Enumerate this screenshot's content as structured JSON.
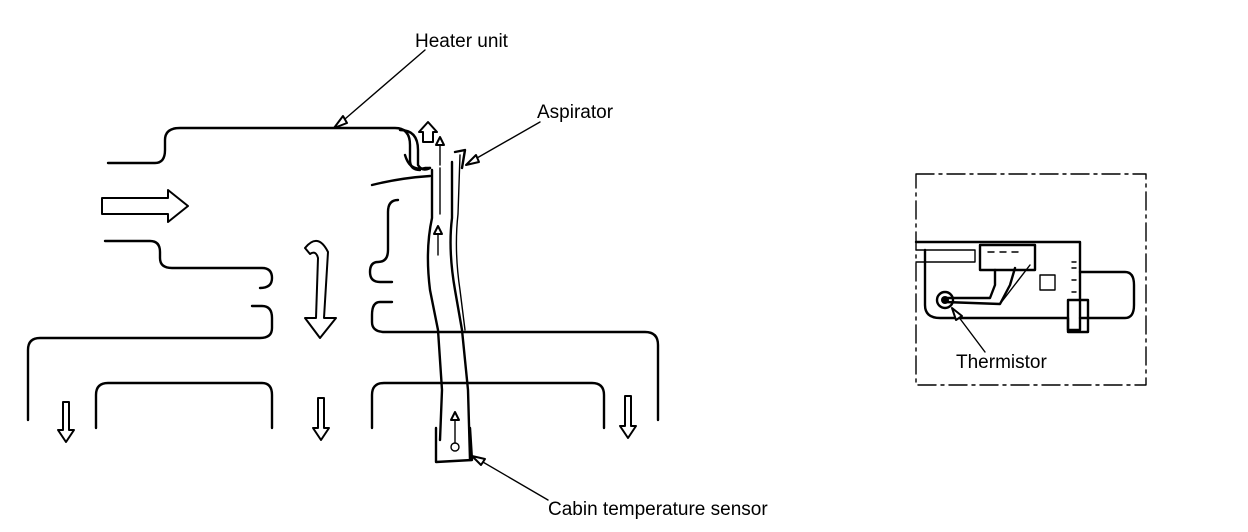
{
  "labels": {
    "heater_unit": "Heater unit",
    "aspirator": "Aspirator",
    "cabin_sensor": "Cabin temperature sensor",
    "thermistor": "Thermistor"
  },
  "colors": {
    "line": "#000000",
    "background": "#ffffff"
  }
}
